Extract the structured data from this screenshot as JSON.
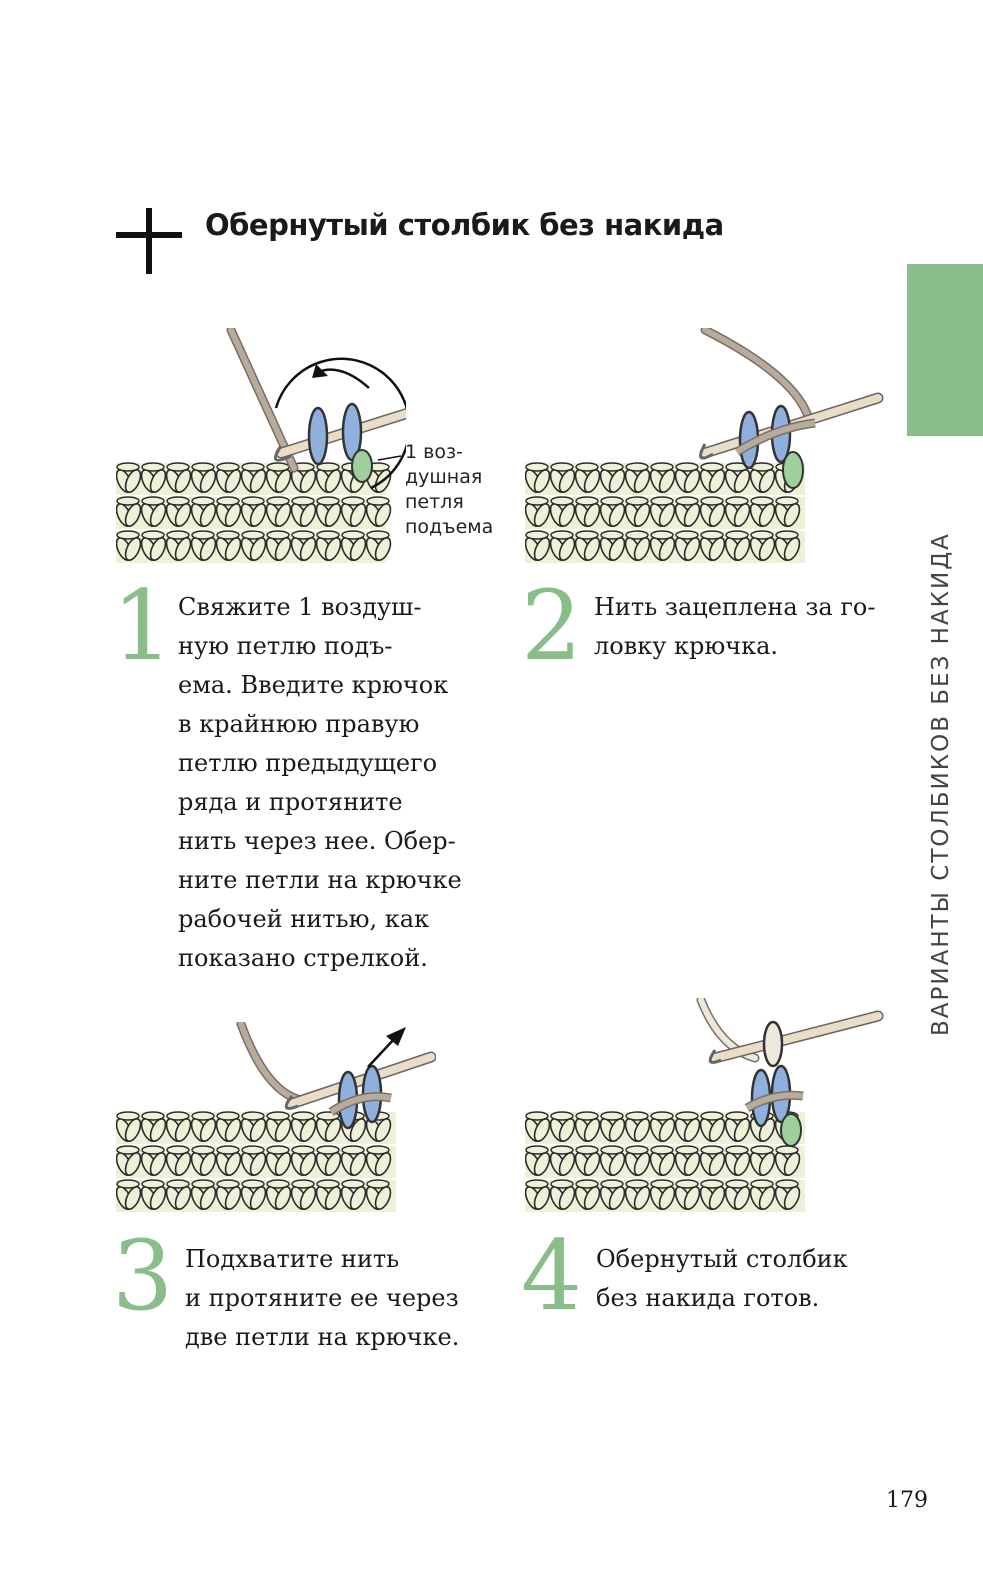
{
  "header": {
    "title": "Обернутый столбик без накида",
    "side_label": "ВАРИАНТЫ СТОЛБИКОВ БЕЗ НАКИДА"
  },
  "illustration_callout": "1 воз-\nдушная\nпетля\nподъема",
  "steps": [
    {
      "number": "1",
      "text": "Свяжите 1 воздуш-\nную петлю подъ-\nема. Введите крючок\nв крайнюю правую\nпетлю предыдущего\nряда и протяните\nнить через нее. Обер-\nните петли на крючке\nрабочей нитью, как\nпоказано стрелкой."
    },
    {
      "number": "2",
      "text": "Нить зацеплена за го-\nловку крючка."
    },
    {
      "number": "3",
      "text": "Подхватите нить\nи протяните ее через\nдве петли на крючке."
    },
    {
      "number": "4",
      "text": "Обернутый столбик\nбез накида готов."
    }
  ],
  "page_number": "179",
  "colors": {
    "accent_green": "#89bd8a",
    "yarn_cream": "#eef0d8",
    "loop_blue": "#8fb0dc",
    "loop_green": "#9fcf9a",
    "working_yarn": "#b8ab9c"
  }
}
